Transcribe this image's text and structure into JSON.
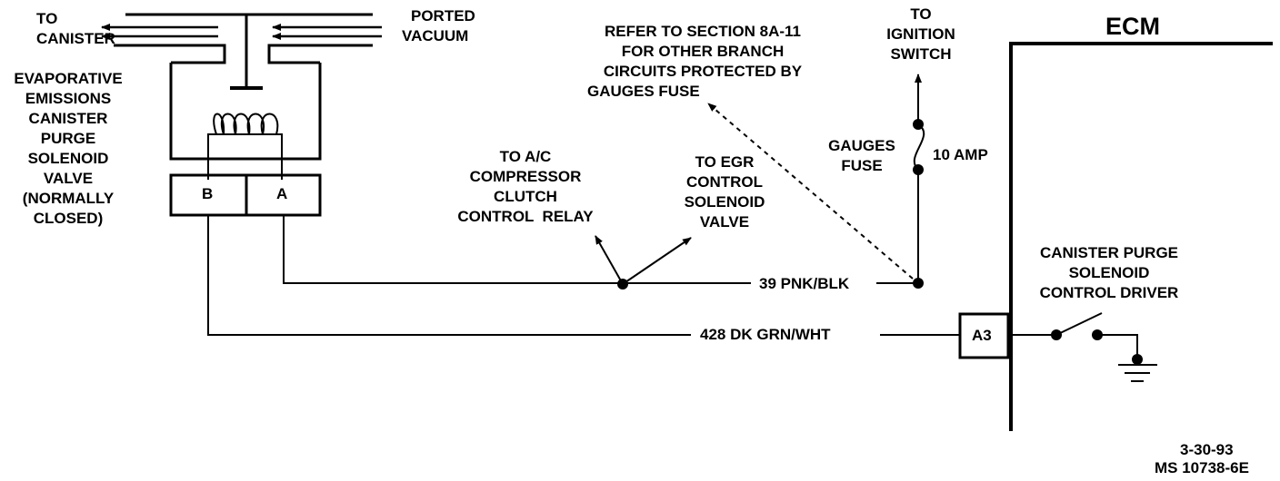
{
  "labels": {
    "to_canister": [
      "TO",
      "CANISTER"
    ],
    "ported_vacuum": [
      "PORTED",
      "VACUUM"
    ],
    "solenoid_valve": [
      "EVAPORATIVE",
      "EMISSIONS",
      "CANISTER",
      "PURGE",
      "SOLENOID",
      "VALVE",
      "(NORMALLY",
      "CLOSED)"
    ],
    "refer_note": [
      "REFER TO SECTION 8A-11",
      "FOR OTHER BRANCH",
      "CIRCUITS PROTECTED BY",
      "GAUGES FUSE"
    ],
    "to_ignition": [
      "TO",
      "IGNITION",
      "SWITCH"
    ],
    "ecm": "ECM",
    "gauges_fuse": [
      "GAUGES",
      "FUSE"
    ],
    "fuse_rating": "10 AMP",
    "to_ac": [
      "TO A/C",
      "COMPRESSOR",
      "CLUTCH",
      "CONTROL  RELAY"
    ],
    "to_egr": [
      "TO EGR",
      "CONTROL",
      "SOLENOID",
      "VALVE"
    ],
    "wire_39": "39 PNK/BLK",
    "wire_428": "428 DK GRN/WHT",
    "driver": [
      "CANISTER PURGE",
      "SOLENOID",
      "CONTROL DRIVER"
    ],
    "pin_a3": "A3",
    "pin_b": "B",
    "pin_a": "A",
    "date": "3-30-93",
    "doc_number": "MS 10738-6E"
  }
}
